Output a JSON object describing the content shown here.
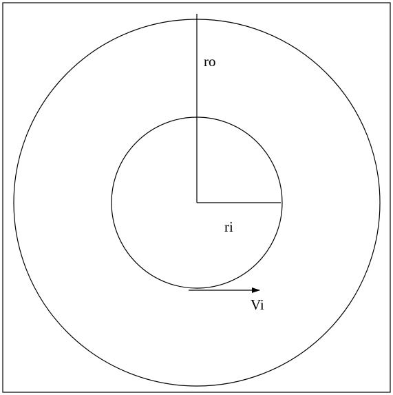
{
  "labels": {
    "outer_radius": "ro",
    "inner_radius": "ri",
    "velocity": "Vi"
  },
  "colors": {
    "stroke": "#000000",
    "background": "#ffffff"
  }
}
